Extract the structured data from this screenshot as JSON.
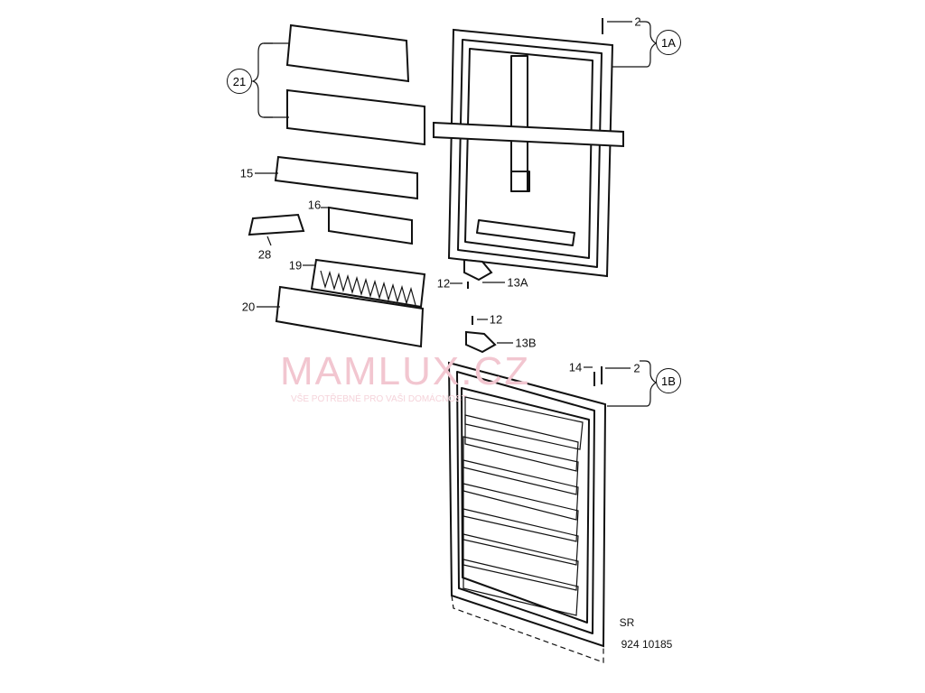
{
  "parts": [
    {
      "id": "21",
      "label": "21",
      "circled": true
    },
    {
      "id": "15",
      "label": "15"
    },
    {
      "id": "16",
      "label": "16"
    },
    {
      "id": "28",
      "label": "28"
    },
    {
      "id": "19",
      "label": "19"
    },
    {
      "id": "20",
      "label": "20"
    },
    {
      "id": "2a",
      "label": "2"
    },
    {
      "id": "1A",
      "label": "1A",
      "circled": true
    },
    {
      "id": "12a",
      "label": "12"
    },
    {
      "id": "13A",
      "label": "13A"
    },
    {
      "id": "12b",
      "label": "12"
    },
    {
      "id": "13B",
      "label": "13B"
    },
    {
      "id": "14",
      "label": "14"
    },
    {
      "id": "2b",
      "label": "2"
    },
    {
      "id": "1B",
      "label": "1B",
      "circled": true
    }
  ],
  "footer": {
    "code1": "SR",
    "code2": "924 10185"
  },
  "watermark": {
    "brand": "MAMLUX.CZ",
    "tagline": "VŠE POTŘEBNÉ PRO VAŠI DOMÁCNOST"
  }
}
